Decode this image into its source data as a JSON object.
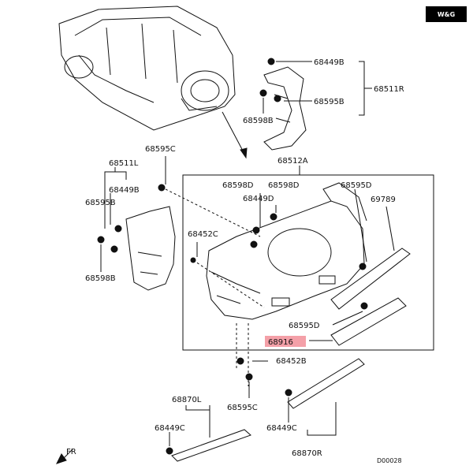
{
  "logo": {
    "text": "W&G"
  },
  "labels": {
    "p68449B_top": "68449B",
    "p68511R": "68511R",
    "p68595B_top": "68595B",
    "p68598B_top": "68598B",
    "p68595C_top": "68595C",
    "p68511L": "68511L",
    "p68449B_left": "68449B",
    "p68595B_left": "68595B",
    "p68598B_left": "68598B",
    "p68512A": "68512A",
    "p68598D_a": "68598D",
    "p68598D_b": "68598D",
    "p68449D": "68449D",
    "p68452C": "68452C",
    "p68595D_top": "68595D",
    "p69789": "69789",
    "p68595D_low": "68595D",
    "p68916": "68916",
    "p68452B": "68452B",
    "p68595C_low": "68595C",
    "p68870L": "68870L",
    "p68449C_left": "68449C",
    "p68449C_right": "68449C",
    "p68870R": "68870R",
    "fr": "FR",
    "code": "D00028"
  },
  "highlight_color": "#f4a0a8",
  "line_color": "#111111"
}
